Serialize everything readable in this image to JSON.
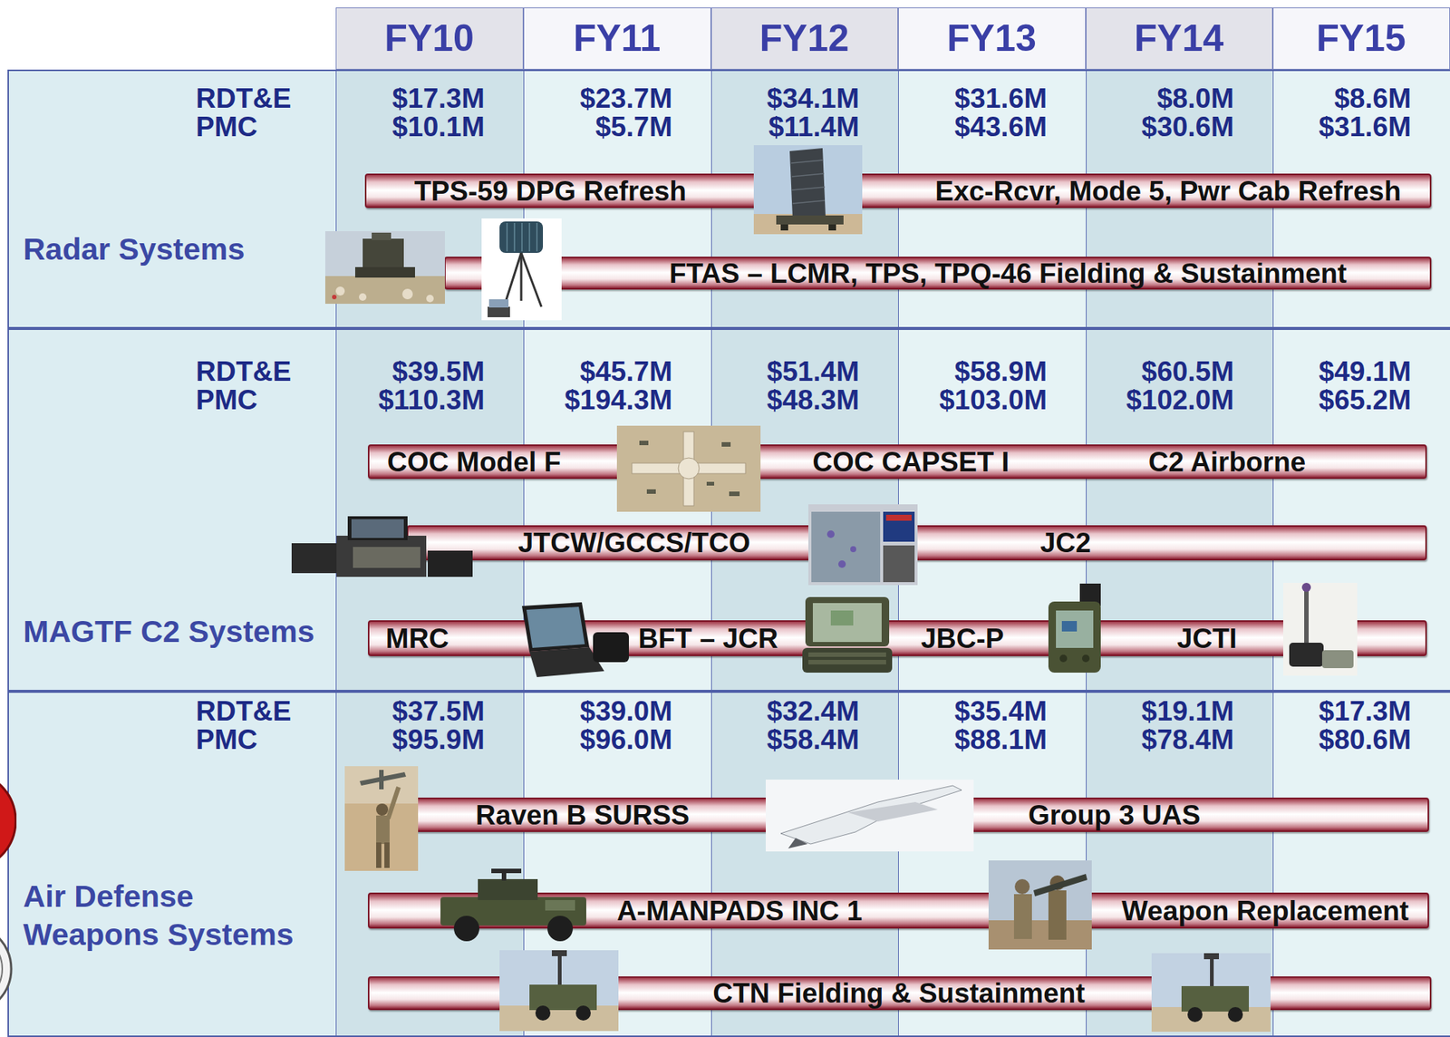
{
  "diagram": {
    "nodes": [
      {
        "text": [
          "FY10"
        ]
      },
      {
        "text": [
          "FY11"
        ]
      },
      {
        "text": [
          "FY12"
        ]
      },
      {
        "text": [
          "FY13"
        ]
      },
      {
        "text": [
          "FY14"
        ]
      },
      {
        "text": [
          "FY15"
        ]
      },
      {
        "text": [
          "Radar Systems"
        ]
      },
      {
        "text": [
          "TPS-59 DPG Refresh",
          "Exc-Rcvr, Mode 5, Pwr Cab Refresh"
        ],
        "in": 6
      },
      {
        "text": [
          "FTAS – LCMR, TPS, TPQ-46 Fielding & Sustainment"
        ],
        "in": 6
      },
      {
        "text": [
          "MAGTF C2 Systems"
        ]
      },
      {
        "text": [
          "COC Model F",
          "COC CAPSET I",
          "C2 Airborne"
        ],
        "in": 9
      },
      {
        "text": [
          "JTCW/GCCS/TCO",
          "JC2"
        ],
        "in": 9
      },
      {
        "text": [
          "MRC",
          "BFT – JCR",
          "JBC-P",
          "JCTI"
        ],
        "in": 9
      },
      {
        "text": [
          "Air Defense Weapons Systems"
        ]
      },
      {
        "text": [
          "Raven B SURSS",
          "Group 3 UAS"
        ],
        "in": 13
      },
      {
        "text": [
          "A-MANPADS INC 1",
          "Weapon Replacement"
        ],
        "in": 13
      },
      {
        "text": [
          "CTN Fielding & Sustainment"
        ],
        "in": 13
      }
    ],
    "labels": [
      "RDT&E",
      "PMC",
      "$17.3M",
      "$10.1M",
      "$23.7M",
      "$5.7M",
      "$34.1M",
      "$11.4M",
      "$31.6M",
      "$43.6M",
      "$8.0M",
      "$30.6M",
      "$8.6M",
      "$31.6M",
      "RDT&E",
      "PMC",
      "$39.5M",
      "$110.3M",
      "$45.7M",
      "$194.3M",
      "$51.4M",
      "$48.3M",
      "$58.9M",
      "$103.0M",
      "$60.5M",
      "$102.0M",
      "$49.1M",
      "$65.2M",
      "RDT&E",
      "PMC",
      "$37.5M",
      "$95.9M",
      "$39.0M",
      "$96.0M",
      "$32.4M",
      "$58.4M",
      "$35.4M",
      "$88.1M",
      "$19.1M",
      "$78.4M",
      "$17.3M",
      "$80.6M"
    ]
  }
}
